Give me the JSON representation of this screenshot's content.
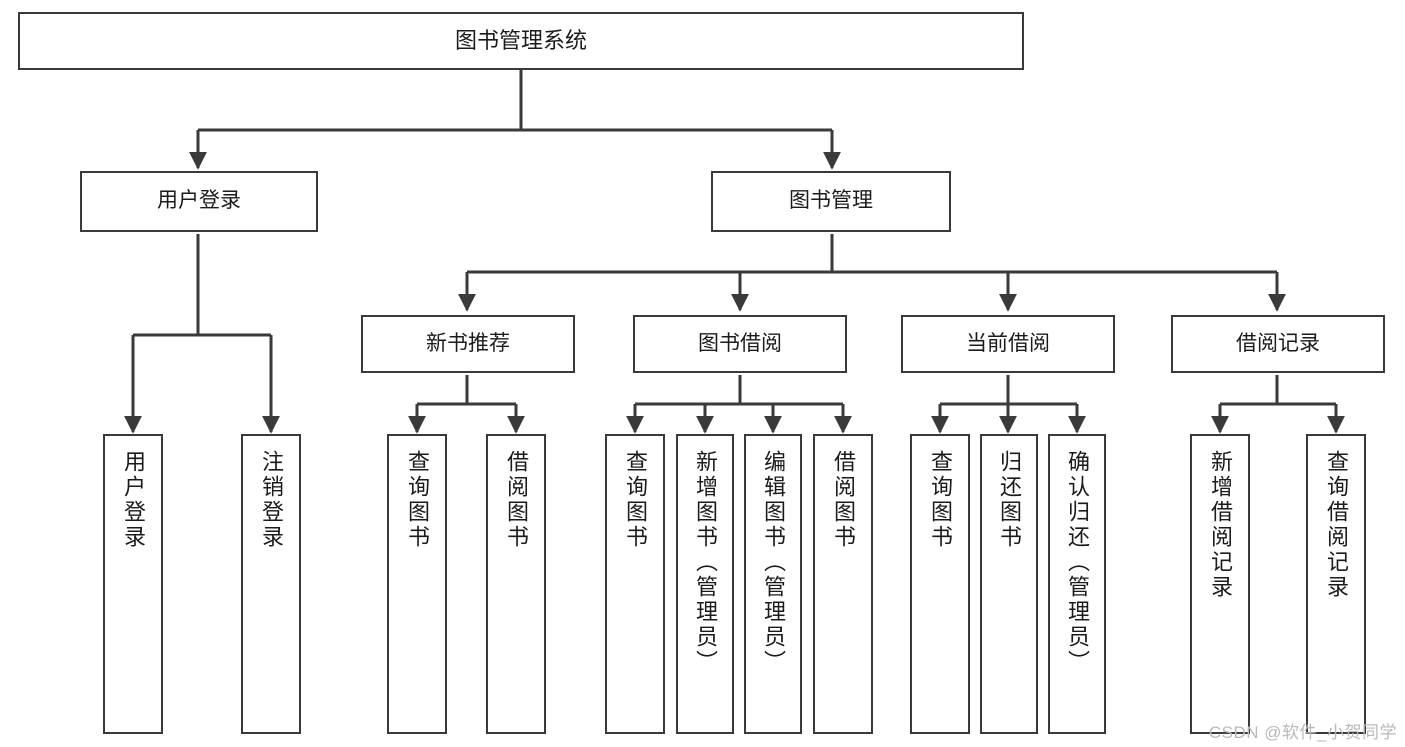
{
  "diagram": {
    "title": "图书管理系统",
    "type": "tree-hierarchy-chart",
    "background": "#ffffff",
    "line_color": "#3a3a3a",
    "text_color": "#1b1b1b"
  },
  "root": {
    "label": "图书管理系统"
  },
  "level1": [
    {
      "label": "用户登录"
    },
    {
      "label": "图书管理"
    }
  ],
  "level2": [
    {
      "label": "新书推荐"
    },
    {
      "label": "图书借阅"
    },
    {
      "label": "当前借阅"
    },
    {
      "label": "借阅记录"
    }
  ],
  "leaves": {
    "user_login": [
      {
        "label": "用户登录"
      },
      {
        "label": "注销登录"
      }
    ],
    "new_book": [
      {
        "label": "查询图书"
      },
      {
        "label": "借阅图书"
      }
    ],
    "book_borrow": [
      {
        "label": "查询图书"
      },
      {
        "label": "新增图书（管理员）"
      },
      {
        "label": "编辑图书（管理员）"
      },
      {
        "label": "借阅图书"
      }
    ],
    "current_borrow": [
      {
        "label": "查询图书"
      },
      {
        "label": "归还图书"
      },
      {
        "label": "确认归还（管理员）"
      }
    ],
    "borrow_record": [
      {
        "label": "新增借阅记录"
      },
      {
        "label": "查询借阅记录"
      }
    ]
  },
  "watermark": {
    "text": "CSDN @软件_小贺同学"
  }
}
